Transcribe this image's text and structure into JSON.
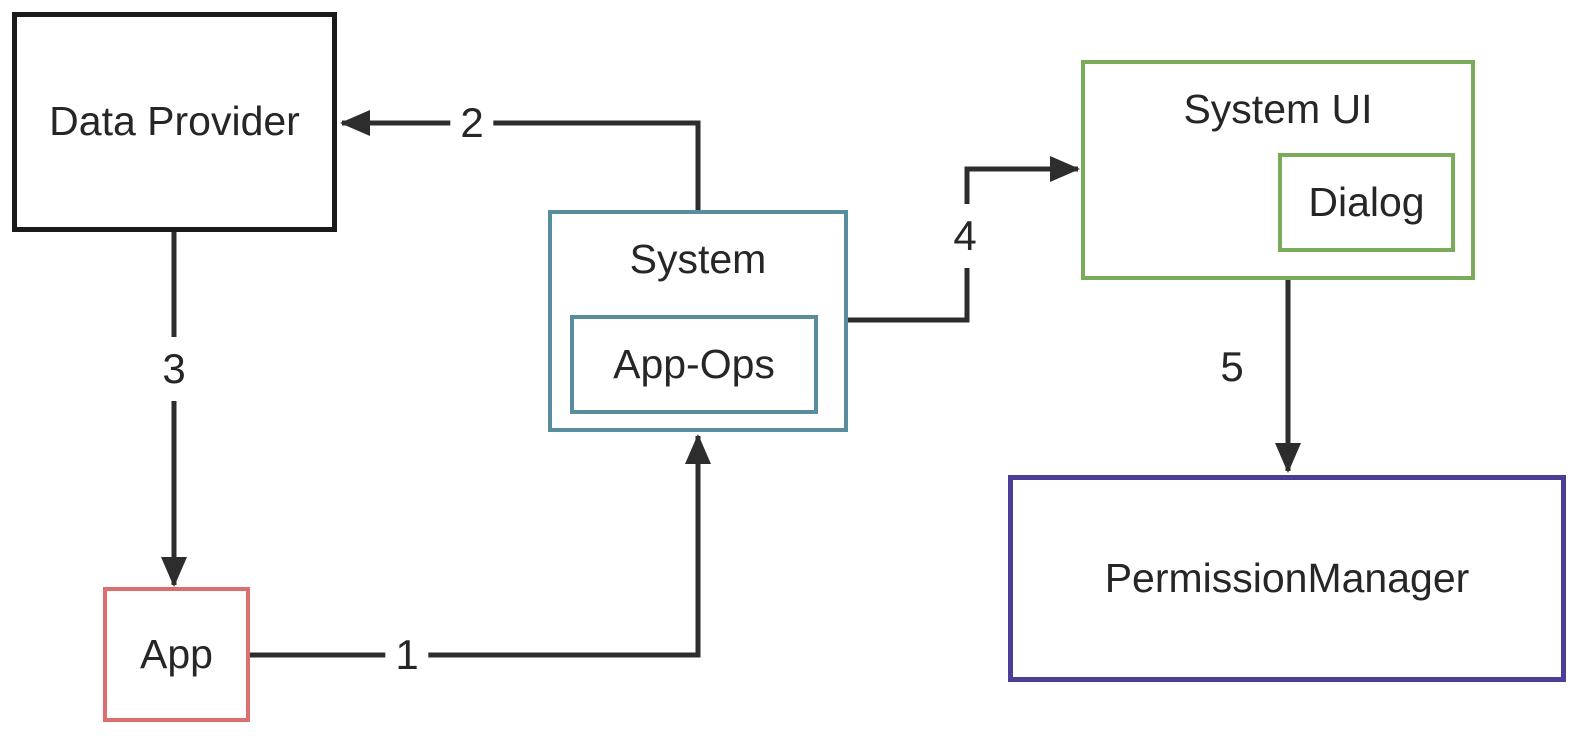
{
  "diagram": {
    "type": "flow-diagram",
    "nodes": {
      "data_provider": {
        "label": "Data Provider"
      },
      "app": {
        "label": "App"
      },
      "system": {
        "label": "System"
      },
      "app_ops": {
        "label": "App-Ops"
      },
      "system_ui": {
        "label": "System UI"
      },
      "dialog": {
        "label": "Dialog"
      },
      "permission_manager": {
        "label": "PermissionManager"
      }
    },
    "edges": [
      {
        "label": "1",
        "from": "App",
        "to": "System"
      },
      {
        "label": "2",
        "from": "System",
        "to": "Data Provider"
      },
      {
        "label": "3",
        "from": "Data Provider",
        "to": "App"
      },
      {
        "label": "4",
        "from": "System",
        "to": "System UI"
      },
      {
        "label": "5",
        "from": "System UI",
        "to": "PermissionManager"
      }
    ],
    "colors": {
      "black_border": "#1a1a1a",
      "teal_border": "#578d9c",
      "green_border": "#7aab5a",
      "purple_border": "#4b3e97",
      "red_border": "#db6f6f",
      "arrow": "#2d2d2d"
    }
  }
}
